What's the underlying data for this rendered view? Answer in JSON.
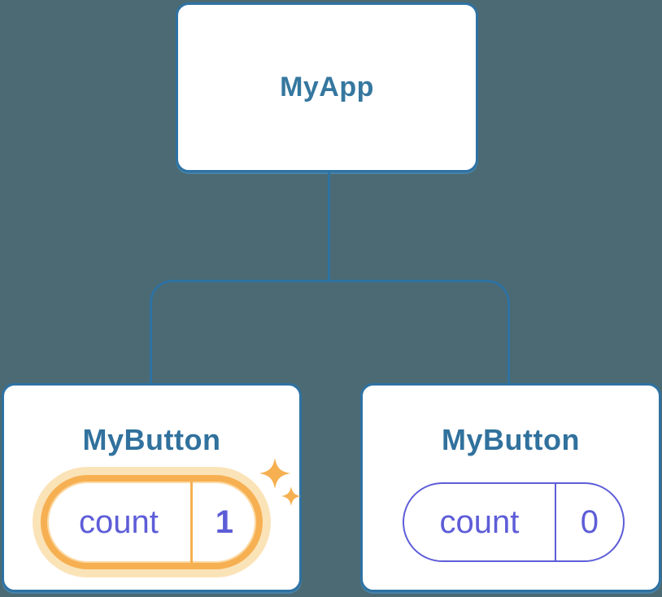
{
  "diagram": {
    "title": "component-state-tree",
    "background_color": "#4C6A73",
    "connector_color": "#2E72A3",
    "card_border_color": "#2E72A3",
    "label_color": "#35779F",
    "state_text_color": "#5D5DD8",
    "highlight_color": "#F6B052",
    "highlight_glow_color": "#FBE3B8",
    "root": {
      "label": "MyApp"
    },
    "children": [
      {
        "label": "MyButton",
        "state_key": "count",
        "state_value": "1",
        "highlighted": true,
        "badge_icon": "sparkles-icon"
      },
      {
        "label": "MyButton",
        "state_key": "count",
        "state_value": "0",
        "highlighted": false
      }
    ]
  }
}
